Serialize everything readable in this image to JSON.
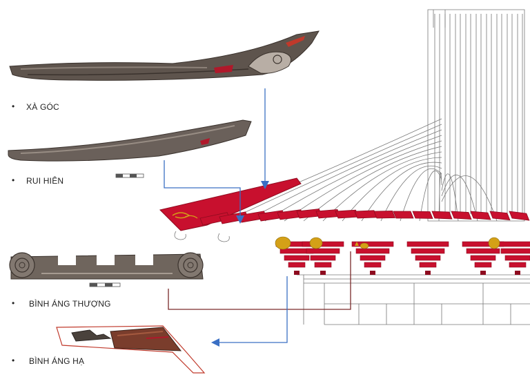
{
  "labels": {
    "xa_goc": "XÀ GÓC",
    "rui_hien": "RUI HIÊN",
    "binh_ang_thuong": "BÌNH ÁNG THƯỢNG",
    "binh_ang_ha": "BÌNH ÁNG HẠ"
  },
  "bullet_glyph": "•",
  "colors": {
    "wood_dark": "#3e3530",
    "wood_mid": "#6b5f57",
    "wood_light": "#9a8f86",
    "lacquer_red": "#c8102e",
    "lacquer_red_dark": "#8e0b1f",
    "gold": "#d4a017",
    "line_blue": "#3a6fc4",
    "line_maroon": "#7a2a2a",
    "sketch_gray": "#8a8a8a"
  }
}
